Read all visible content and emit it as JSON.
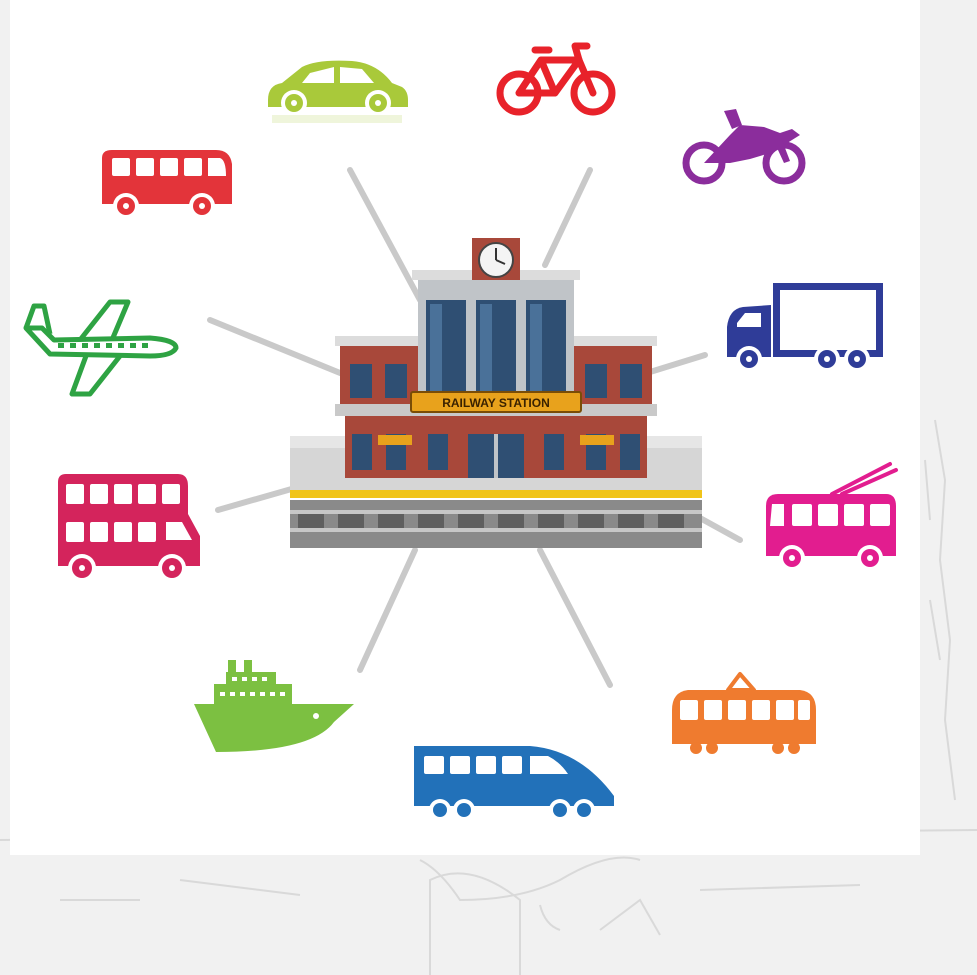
{
  "hub": {
    "name": "railway-station",
    "sign_text": "RAILWAY STATION",
    "plaques": [
      "",
      ""
    ]
  },
  "colors": {
    "car": "#a9c93a",
    "bicycle": "#e8222a",
    "motorcycle": "#8b2d9c",
    "coach": "#e3343a",
    "truck": "#2f3c98",
    "airplane": "#2ea343",
    "trolleybus": "#e21d8f",
    "double_decker": "#d4245c",
    "tram": "#ef7b2f",
    "ship": "#7cc041",
    "train": "#2271b9",
    "spoke": "#c9c9c9",
    "brick": "#a8483a",
    "glass": "#2f4f73",
    "sign": "#e8a21c"
  },
  "vehicles": [
    {
      "id": "car",
      "icon": "car-icon"
    },
    {
      "id": "bicycle",
      "icon": "bicycle-icon"
    },
    {
      "id": "coach",
      "icon": "coach-bus-icon"
    },
    {
      "id": "motorcycle",
      "icon": "motorcycle-icon"
    },
    {
      "id": "airplane",
      "icon": "airplane-icon"
    },
    {
      "id": "truck",
      "icon": "truck-icon"
    },
    {
      "id": "double_decker",
      "icon": "double-decker-bus-icon"
    },
    {
      "id": "trolleybus",
      "icon": "trolleybus-icon"
    },
    {
      "id": "ship",
      "icon": "ship-icon"
    },
    {
      "id": "train",
      "icon": "train-icon"
    },
    {
      "id": "tram",
      "icon": "tram-icon"
    }
  ]
}
